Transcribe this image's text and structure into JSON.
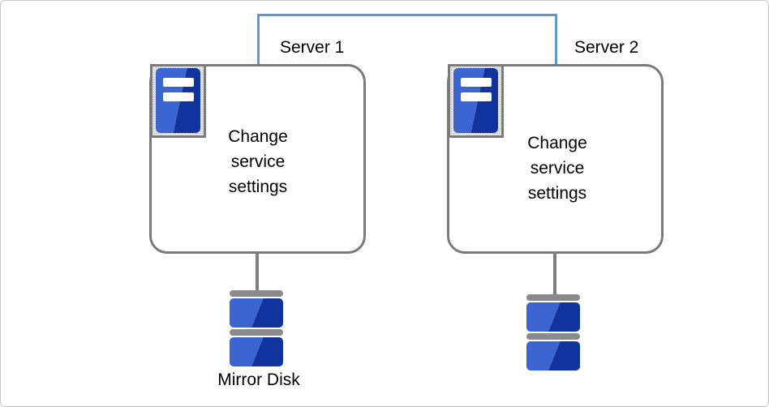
{
  "diagram": {
    "title_implicit": "",
    "servers": [
      {
        "label": "Server 1",
        "body_text": "Change service settings"
      },
      {
        "label": "Server 2",
        "body_text": "Change service settings"
      }
    ],
    "disk_label": "Mirror Disk",
    "colors": {
      "connector_blue": "#5b9bd5",
      "box_border_gray": "#7a7a7a",
      "disk_blue_light": "#3b66d1",
      "disk_blue_dark": "#11339e",
      "stub_gray": "#7f7f7f",
      "icon_frame_fill": "#e3e3e3"
    }
  }
}
